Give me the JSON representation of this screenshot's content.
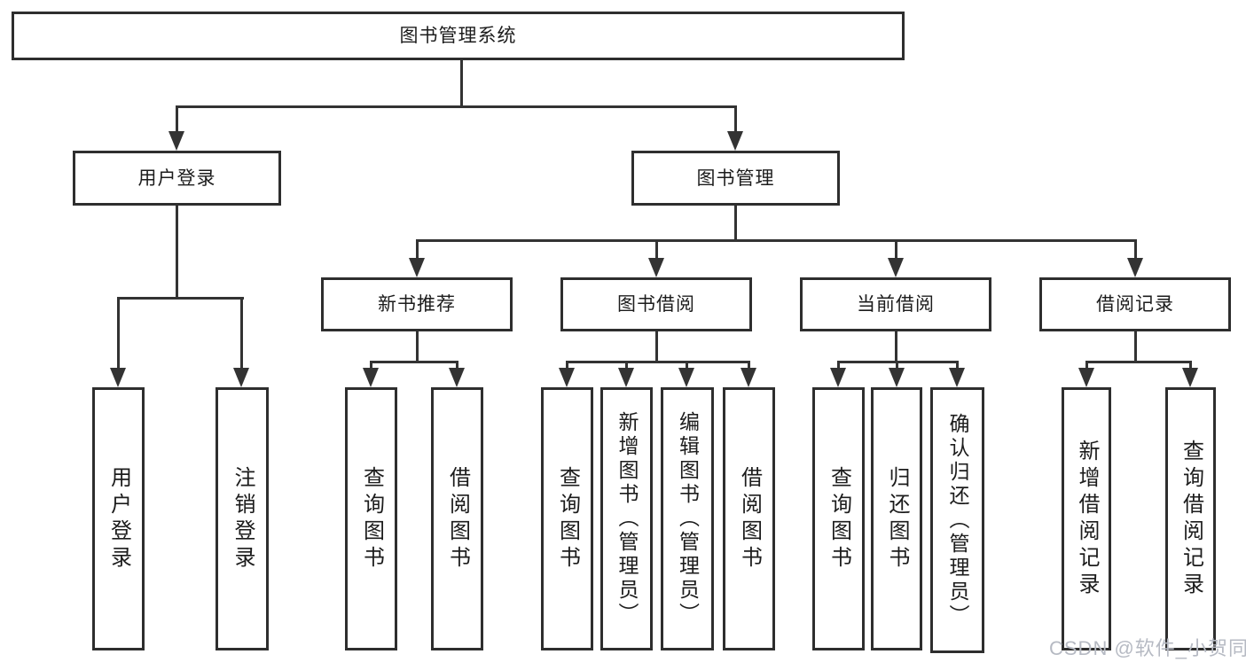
{
  "diagram": {
    "type": "hierarchy-tree",
    "watermark": "CSDN @软件_小贺同学",
    "colors": {
      "line": "#333333",
      "border": "#2e2e2e",
      "text": "#1c1c1c",
      "watermark": "#b6bac3",
      "background": "#ffffff"
    }
  },
  "nodes": {
    "root": {
      "label": "图书管理系统"
    },
    "user_login": {
      "label": "用户登录"
    },
    "book_mgmt": {
      "label": "图书管理"
    },
    "new_book_rec": {
      "label": "新书推荐"
    },
    "book_borrow": {
      "label": "图书借阅"
    },
    "current_borrow": {
      "label": "当前借阅"
    },
    "borrow_records": {
      "label": "借阅记录"
    },
    "leaf_user_login": {
      "label": "用户登录"
    },
    "leaf_logout": {
      "label": "注销登录"
    },
    "leaf_query_books_1": {
      "label": "查询图书"
    },
    "leaf_borrow_books_1": {
      "label": "借阅图书"
    },
    "leaf_query_books_2": {
      "label": "查询图书"
    },
    "leaf_add_book": {
      "label": "新增图书（管理员）"
    },
    "leaf_edit_book": {
      "label": "编辑图书（管理员）"
    },
    "leaf_borrow_books_2": {
      "label": "借阅图书"
    },
    "leaf_query_books_3": {
      "label": "查询图书"
    },
    "leaf_return_book": {
      "label": "归还图书"
    },
    "leaf_confirm_return": {
      "label": "确认归还（管理员）"
    },
    "leaf_add_borrow_record": {
      "label": "新增借阅记录"
    },
    "leaf_query_borrow_record": {
      "label": "查询借阅记录"
    }
  }
}
